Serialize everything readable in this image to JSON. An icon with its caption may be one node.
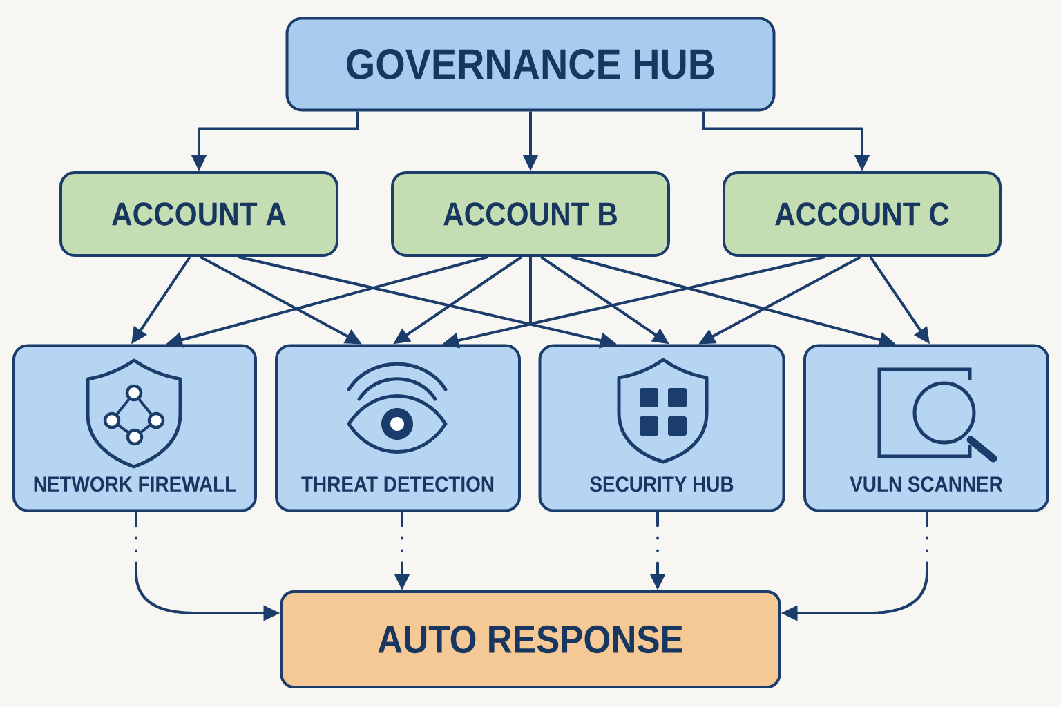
{
  "diagram": {
    "nodes": [
      {
        "text": [
          "GOVERNANCE HUB"
        ]
      },
      {
        "text": [
          "ACCOUNT A"
        ]
      },
      {
        "text": [
          "ACCOUNT B"
        ]
      },
      {
        "text": [
          "ACCOUNT C"
        ]
      },
      {
        "text": [
          "NETWORK FIREWALL"
        ]
      },
      {
        "text": [
          "THREAT DETECTION"
        ]
      },
      {
        "text": [
          "SECURITY HUB"
        ]
      },
      {
        "text": [
          "VULN SCANNER"
        ]
      },
      {
        "text": [
          "AUTO RESPONSE"
        ]
      }
    ],
    "edges": [
      {
        "from": 0,
        "to": 1,
        "arrow": "to"
      },
      {
        "from": 0,
        "to": 2,
        "arrow": "to"
      },
      {
        "from": 0,
        "to": 3,
        "arrow": "to"
      },
      {
        "from": 1,
        "to": 4,
        "arrow": "to"
      },
      {
        "from": 1,
        "to": 5,
        "arrow": "to"
      },
      {
        "from": 1,
        "to": 6,
        "arrow": "to"
      },
      {
        "from": 2,
        "to": 4,
        "arrow": "to"
      },
      {
        "from": 2,
        "to": 5,
        "arrow": "to"
      },
      {
        "from": 2,
        "to": 6,
        "arrow": "to"
      },
      {
        "from": 2,
        "to": 7,
        "arrow": "to"
      },
      {
        "from": 2,
        "to": null,
        "arrow": "none"
      },
      {
        "from": 3,
        "to": 5,
        "arrow": "to"
      },
      {
        "from": 3,
        "to": 6,
        "arrow": "to"
      },
      {
        "from": 3,
        "to": 7,
        "arrow": "to"
      },
      {
        "from": 4,
        "to": 8,
        "arrow": "to",
        "style": "dashed"
      },
      {
        "from": 5,
        "to": 8,
        "arrow": "to",
        "style": "dashed"
      },
      {
        "from": 6,
        "to": 8,
        "arrow": "to",
        "style": "dashed"
      },
      {
        "from": 7,
        "to": 8,
        "arrow": "to",
        "style": "dashed"
      }
    ]
  }
}
